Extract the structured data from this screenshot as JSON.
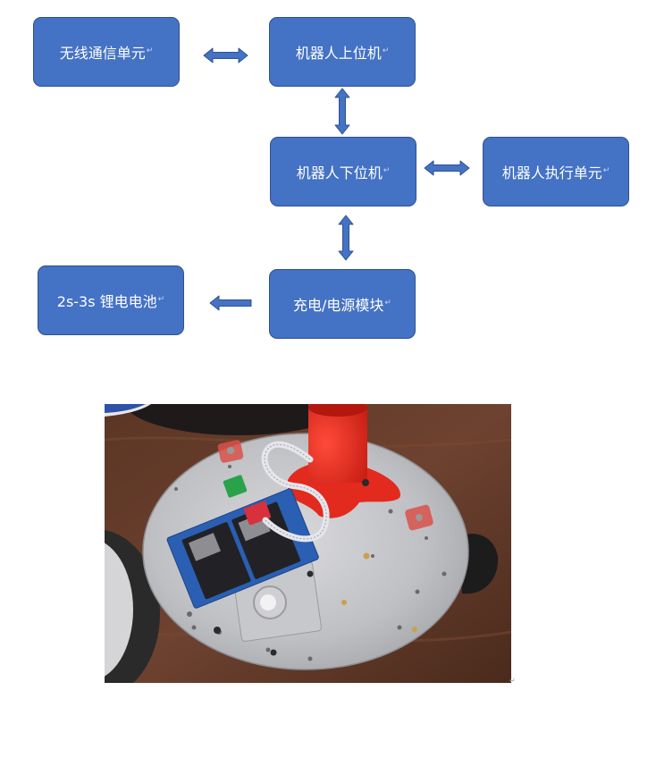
{
  "diagram": {
    "nodes": {
      "wireless": "无线通信单元",
      "upper": "机器人上位机",
      "lower": "机器人下位机",
      "actuator": "机器人执行单元",
      "power": "充电/电源模块",
      "battery": "2s-3s 锂电电池"
    },
    "paragraph_mark": "↵"
  },
  "colors": {
    "node_fill": "#4472c4",
    "node_border": "#2f528f",
    "node_text": "#ffffff"
  }
}
